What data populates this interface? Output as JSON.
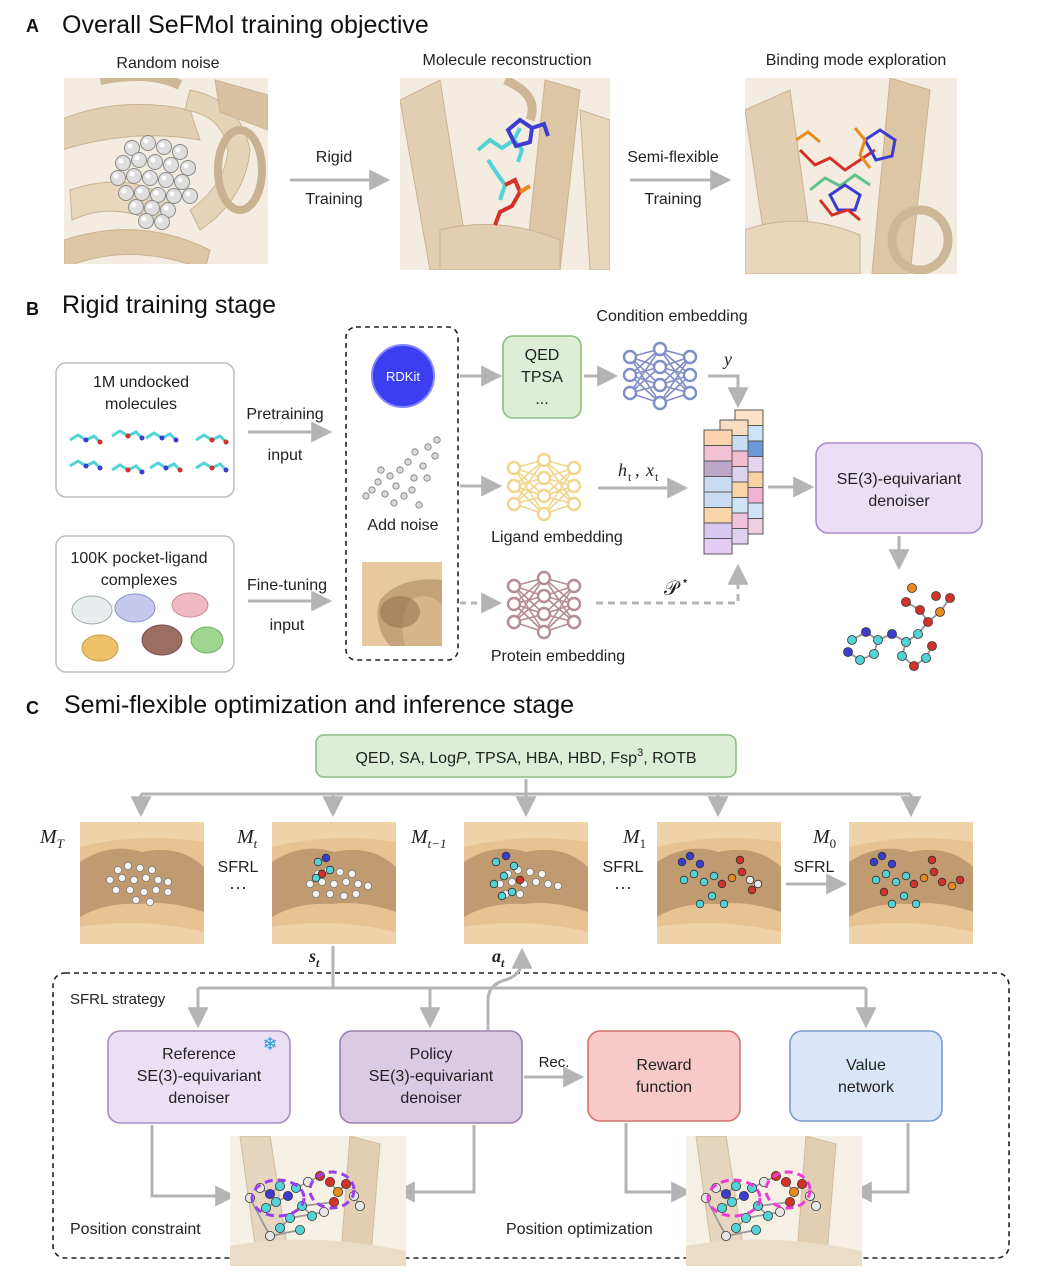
{
  "panelA": {
    "label": "A",
    "title": "Overall SeFMol training objective",
    "caption1": "Random noise",
    "caption2": "Molecule reconstruction",
    "caption3": "Binding mode exploration",
    "arrow1_top": "Rigid",
    "arrow1_bottom": "Training",
    "arrow2_top": "Semi-flexible",
    "arrow2_bottom": "Training"
  },
  "panelB": {
    "label": "B",
    "title": "Rigid training stage",
    "box1_line1": "1M undocked",
    "box1_line2": "molecules",
    "box2_line1": "100K pocket-ligand",
    "box2_line2": "complexes",
    "pretrain_top": "Pretraining",
    "pretrain_bottom": "input",
    "finetune_top": "Fine-tuning",
    "finetune_bottom": "input",
    "rdkit": "RDKit",
    "add_noise": "Add noise",
    "qed": "QED",
    "tpsa": "TPSA",
    "ellipsis": "...",
    "condition_embedding": "Condition embedding",
    "ligand_embedding": "Ligand embedding",
    "protein_embedding": "Protein embedding",
    "y_symbol": "y",
    "h_symbol": "h",
    "x_symbol": "x",
    "t_sub": "t",
    "comma": ",",
    "p_symbol": "𝒫",
    "star": "⋆",
    "denoiser_line1": "SE(3)-equivariant",
    "denoiser_line2": "denoiser"
  },
  "panelC": {
    "label": "C",
    "title": "Semi-flexible optimization and inference stage",
    "properties_a": "QED, SA, Log",
    "properties_p": "P",
    "properties_b": ", TPSA, HBA, HBD, Fsp",
    "properties_sup": "3",
    "properties_c": ", ROTB",
    "M_symbol": "M",
    "sub_T": "T",
    "sub_t": "t",
    "sub_tm1": "t−1",
    "sub_1": "1",
    "sub_0": "0",
    "sfrl": "SFRL",
    "dots": "···",
    "s_symbol": "s",
    "a_symbol": "a",
    "strategy_label": "SFRL strategy",
    "ref_line1": "Reference",
    "ref_line2": "SE(3)-equivariant",
    "ref_line3": "denoiser",
    "policy_line1": "Policy",
    "policy_line2": "SE(3)-equivariant",
    "policy_line3": "denoiser",
    "rec": "Rec.",
    "reward_line1": "Reward",
    "reward_line2": "function",
    "value_line1": "Value",
    "value_line2": "network",
    "position_constraint": "Position constraint",
    "position_optimization": "Position optimization",
    "snowflake": "❄"
  },
  "colors": {
    "arrow": "#b4b4b4",
    "green_fill": "#dcefd6",
    "green_stroke": "#8cbf7e",
    "purple_fill": "#eadff5",
    "purple_stroke": "#a88dc4",
    "policy_fill": "#d9cbe3",
    "reward_fill": "#f7c9c7",
    "reward_stroke": "#d4736f",
    "value_fill": "#d9e6f7",
    "value_stroke": "#7a9bd1",
    "protein_tan": "#e2cfb3",
    "surface_tan": "#e4bc8c",
    "cyan_atom": "#52d3d8",
    "blue_atom": "#3c3cd0",
    "red_atom": "#d3322a",
    "orange_atom": "#e88a1c",
    "white_atom": "#e6e6e6",
    "net_blue": "#7f8ec4",
    "net_yellow": "#f0d58a",
    "net_mauve": "#b48c94"
  }
}
